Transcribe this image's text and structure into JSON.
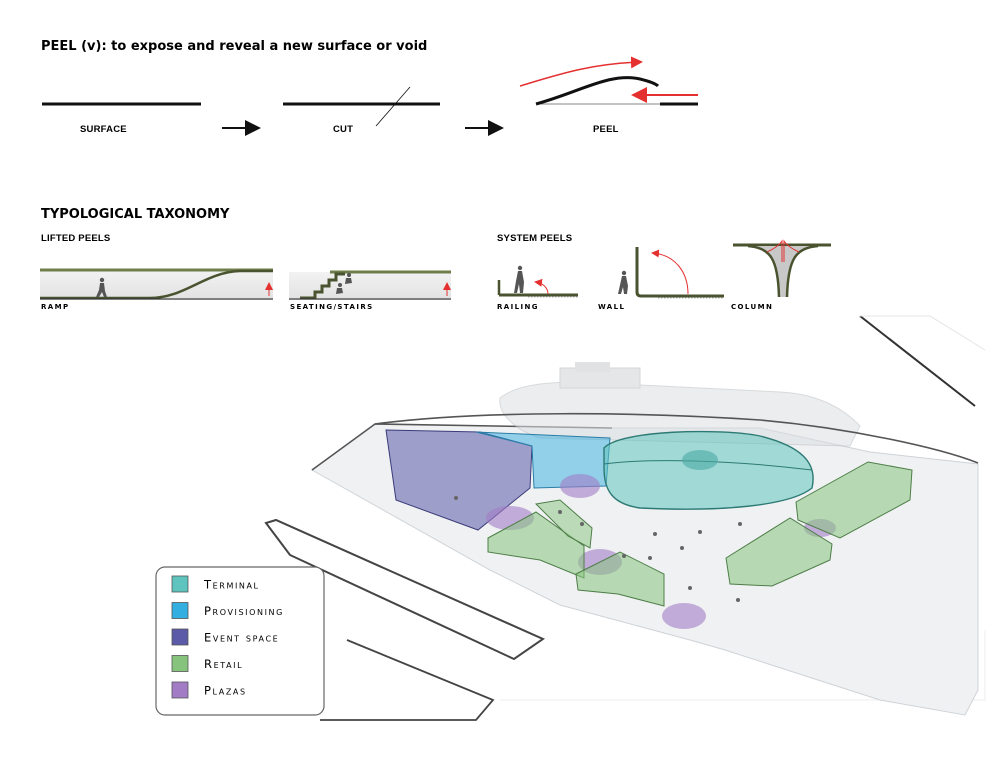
{
  "definition": {
    "title": "PEEL (v): to expose and reveal a new surface or void",
    "steps": [
      "SURFACE",
      "CUT",
      "PEEL"
    ]
  },
  "taxonomy": {
    "title": "TYPOLOGICAL TAXONOMY",
    "lifted": {
      "label": "LIFTED PEELS",
      "items": [
        "RAMP",
        "SEATING/STAIRS"
      ]
    },
    "system": {
      "label": "SYSTEM PEELS",
      "items": [
        "RAILING",
        "WALL",
        "COLUMN"
      ]
    }
  },
  "legend": {
    "items": [
      {
        "label": "Terminal",
        "color": "#5ec4bd"
      },
      {
        "label": "Provisioning",
        "color": "#33aee0"
      },
      {
        "label": "Event space",
        "color": "#5a5aa8"
      },
      {
        "label": "Retail",
        "color": "#86c47e"
      },
      {
        "label": "Plazas",
        "color": "#a27dc6"
      }
    ]
  },
  "colors": {
    "arrow_red": "#e53030",
    "peel_green": "#6e7d4a",
    "line": "#111111"
  }
}
